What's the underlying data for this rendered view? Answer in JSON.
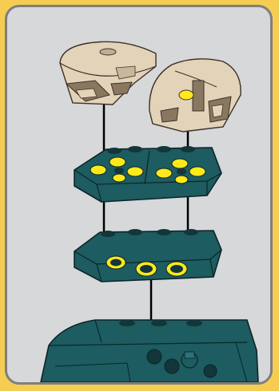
{
  "instruction_step": {
    "kind": "building-instructions",
    "colors": {
      "panel_background": "#d7d8da",
      "panel_border": "#7f7f7f",
      "page_background": "#f6cc53",
      "tan_piece": "#e3d3b9",
      "tan_shadow": "#8a7760",
      "teal_piece": "#1d5c60",
      "teal_dark": "#12363a",
      "highlight_yellow": "#ffe81b",
      "guide_line": "#000000"
    },
    "parts": [
      {
        "name": "tan-curved-brick-left",
        "color": "tan"
      },
      {
        "name": "tan-curved-brick-right",
        "color": "tan"
      },
      {
        "name": "teal-plate-2x4-upper",
        "color": "teal"
      },
      {
        "name": "teal-plate-2x4-lower",
        "color": "teal"
      },
      {
        "name": "teal-base-assembly",
        "color": "teal"
      }
    ]
  }
}
